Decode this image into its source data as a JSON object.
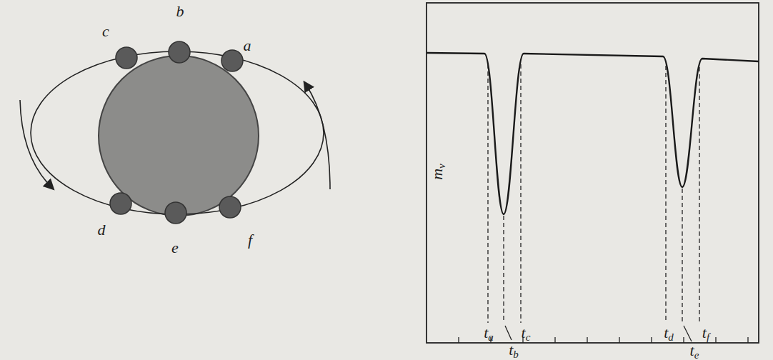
{
  "diagram": {
    "labels": [
      "a",
      "b",
      "c",
      "d",
      "e",
      "f",
      "mv",
      "ta",
      "tb",
      "tc",
      "td",
      "te",
      "tf"
    ]
  }
}
